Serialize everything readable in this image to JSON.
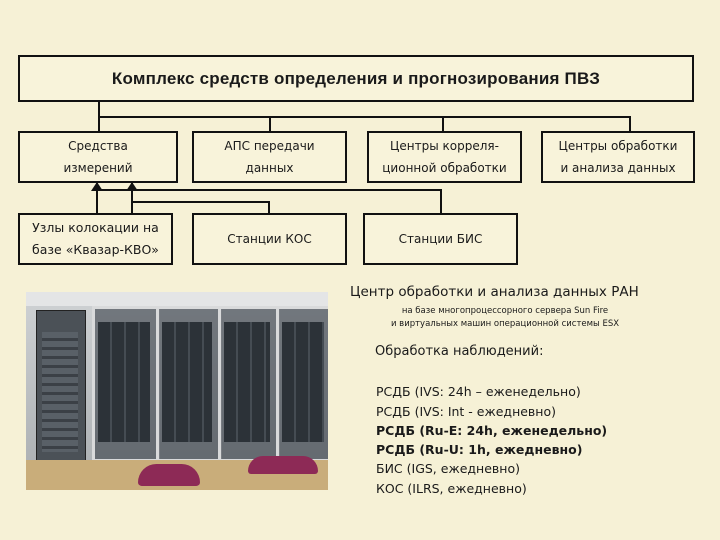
{
  "title": "Комплекс средств определения и прогнозирования ПВЗ",
  "boxes": {
    "measurements": [
      "Средства",
      "измерений"
    ],
    "aps": [
      "АПС передачи",
      "данных"
    ],
    "correlation": [
      "Центры корреля-",
      "ционной обработки"
    ],
    "analysis": [
      "Центры обработки",
      "и анализа данных"
    ],
    "kvazar": [
      "Узлы колокации на",
      "базе «Квазар-КВО»"
    ],
    "kos": "Станции КОС",
    "bis": "Станции БИС"
  },
  "center": {
    "title": "Центр обработки и анализа данных РАН",
    "sub1": "на базе многопроцессорного сервера Sun Fire",
    "sub2": "и виртуальных машин операционной системы ESX"
  },
  "processing": {
    "heading": "Обработка наблюдений:",
    "items": [
      {
        "text": "РСДБ (IVS: 24h – еженедельно)",
        "bold": false
      },
      {
        "text": "РСДБ (IVS: Int - ежедневно)",
        "bold": false
      },
      {
        "text": "РСДБ (Ru-E: 24h, еженедельно)",
        "bold": true
      },
      {
        "text": "РСДБ (Ru-U: 1h, ежедневно)",
        "bold": true
      },
      {
        "text": "БИС (IGS, ежедневно)",
        "bold": false
      },
      {
        "text": "КОС (ILRS, ежедневно)",
        "bold": false
      }
    ]
  }
}
